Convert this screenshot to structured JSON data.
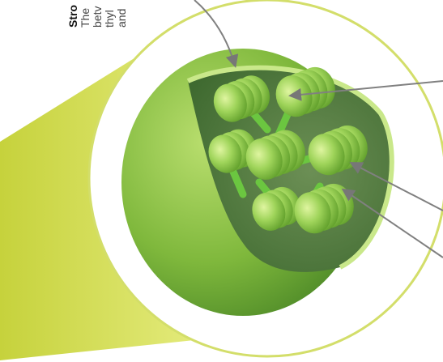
{
  "label": {
    "title": "Stro",
    "lines": [
      "The",
      "betv",
      "thyl",
      "and"
    ]
  },
  "colors": {
    "cone": "#cfd94a",
    "capsule": "#86c13b",
    "capsule_dark": "#5f9a2c",
    "interior": "#4e7a3a",
    "grana": "#9ed257",
    "ring": "#d8e274",
    "pointer": "#7a7a7a"
  }
}
